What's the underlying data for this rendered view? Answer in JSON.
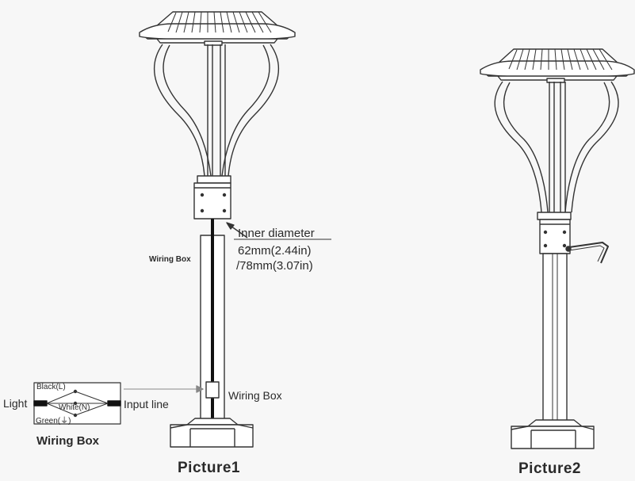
{
  "picture1": {
    "caption": "Picture1",
    "wiring_box_vertical_label": "Wiring Box",
    "wiring_box_pointer_label": "Wiring Box",
    "inner_diameter": {
      "heading": "Inner diameter",
      "size_1": "62mm(2.44in)",
      "size_2": "/78mm(3.07in)"
    }
  },
  "picture2": {
    "caption": "Picture2"
  },
  "wiring_diagram": {
    "title": "Wiring Box",
    "left_label": "Light",
    "right_label": "Input line",
    "wires": {
      "black": "Black(L)",
      "white": "White(N)",
      "green": "Green(⏚)"
    }
  }
}
